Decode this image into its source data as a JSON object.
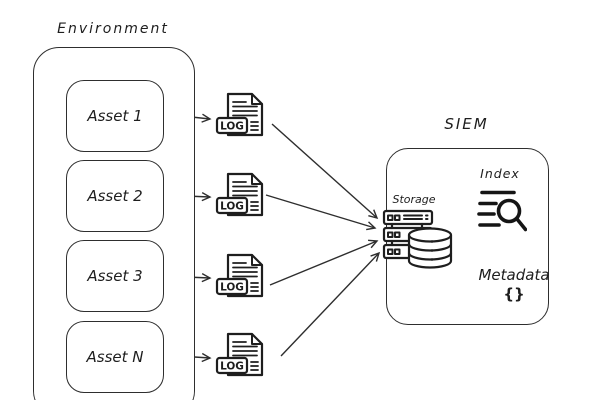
{
  "colors": {
    "stroke": "#1e1e1e",
    "background": "#ffffff"
  },
  "environment": {
    "label": "Environment",
    "assets": [
      {
        "label": "Asset 1"
      },
      {
        "label": "Asset 2"
      },
      {
        "label": "Asset 3"
      },
      {
        "label": "Asset N"
      }
    ]
  },
  "log_files": {
    "badge_label": "LOG",
    "count": 4
  },
  "siem": {
    "label": "SIEM",
    "storage": {
      "label": "Storage"
    },
    "index": {
      "label": "Index"
    },
    "metadata": {
      "label": "Metadata",
      "symbol": "{}"
    }
  },
  "connections": [
    {
      "from": "Asset 1",
      "to": "log-file-1"
    },
    {
      "from": "Asset 2",
      "to": "log-file-2"
    },
    {
      "from": "Asset 3",
      "to": "log-file-3"
    },
    {
      "from": "Asset N",
      "to": "log-file-4"
    },
    {
      "from": "log-file-1",
      "to": "siem-storage"
    },
    {
      "from": "log-file-2",
      "to": "siem-storage"
    },
    {
      "from": "log-file-3",
      "to": "siem-storage"
    },
    {
      "from": "log-file-4",
      "to": "siem-storage"
    },
    {
      "from": "siem-storage",
      "to": "siem-index"
    },
    {
      "from": "siem-storage",
      "to": "siem-metadata"
    }
  ]
}
